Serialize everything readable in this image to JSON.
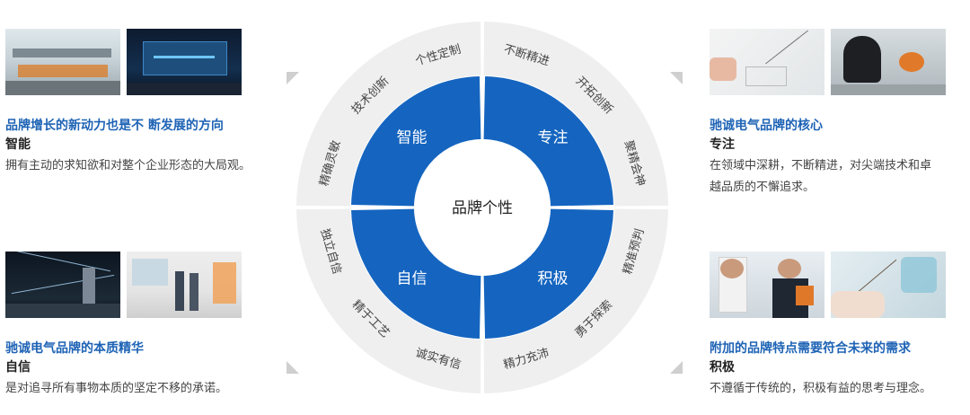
{
  "center": {
    "label": "品牌个性"
  },
  "quadrants": [
    {
      "key": "smart",
      "label": "智能",
      "ring_text": [
        "精确灵敏",
        "技术创新",
        "个性定制"
      ]
    },
    {
      "key": "focus",
      "label": "专注",
      "ring_text": [
        "不断精进",
        "开拓创新",
        "聚精会神"
      ]
    },
    {
      "key": "active",
      "label": "积极",
      "ring_text": [
        "精准预判",
        "勇于探索",
        "精力充沛"
      ]
    },
    {
      "key": "confident",
      "label": "自信",
      "ring_text": [
        "诚实有信",
        "精于工艺",
        "独立自信"
      ]
    }
  ],
  "panels": {
    "top_left": {
      "title": "品牌增长的新动力也是不 断发展的方向",
      "subtitle": "智能",
      "description": "拥有主动的求知欲和对整个企业形态的大局观。"
    },
    "bottom_left": {
      "title": "驰诚电气品牌的本质精华",
      "subtitle": "自信",
      "description": "是对追寻所有事物本质的坚定不移的承诺。"
    },
    "top_right": {
      "title": "驰诚电气品牌的核心",
      "subtitle": "专注",
      "description_lines": [
        "在领域中深耕，不断精进，对尖端技术和卓",
        "越品质的不懈追求。"
      ]
    },
    "bottom_right": {
      "title": "附加的品牌特点需要符合未来的需求",
      "subtitle": "积极",
      "description": "不遵循于传统的，积极有益的思考与理念。"
    }
  },
  "colors": {
    "accent": "#1565c0",
    "title_blue": "#1e63b5",
    "outer_ring": "#efefef"
  }
}
